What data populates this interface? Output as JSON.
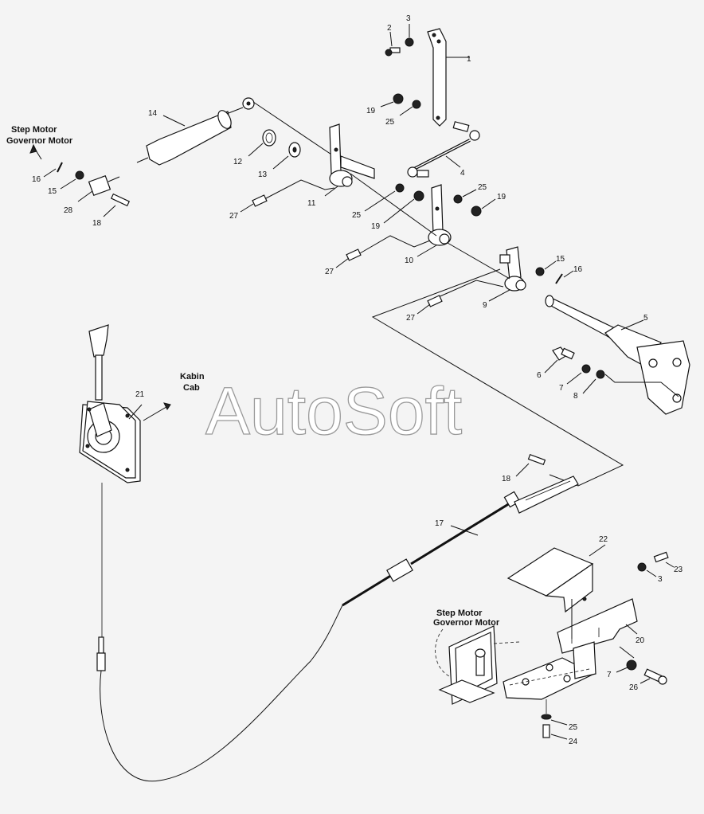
{
  "watermark": "AutoSoft",
  "notes": {
    "step_motor_top": "Step Motor",
    "governor_motor_top": "Governor Motor",
    "step_motor_bottom": "Step Motor",
    "governor_motor_bottom": "Governor Motor",
    "kabin": "Kabin",
    "cab": "Cab"
  },
  "callouts": {
    "c1": "1",
    "c2": "2",
    "c3a": "3",
    "c3b": "3",
    "c4": "4",
    "c5": "5",
    "c6": "6",
    "c7a": "7",
    "c7b": "7",
    "c8": "8",
    "c9": "9",
    "c10": "10",
    "c11": "11",
    "c12": "12",
    "c13": "13",
    "c14": "14",
    "c15a": "15",
    "c15b": "15",
    "c16a": "16",
    "c16b": "16",
    "c17": "17",
    "c18a": "18",
    "c18b": "18",
    "c19a": "19",
    "c19b": "19",
    "c19c": "19",
    "c20": "20",
    "c21": "21",
    "c22": "22",
    "c23": "23",
    "c24": "24",
    "c25a": "25",
    "c25b": "25",
    "c25c": "25",
    "c25d": "25",
    "c26": "26",
    "c27a": "27",
    "c27b": "27",
    "c27c": "27",
    "c28": "28"
  }
}
